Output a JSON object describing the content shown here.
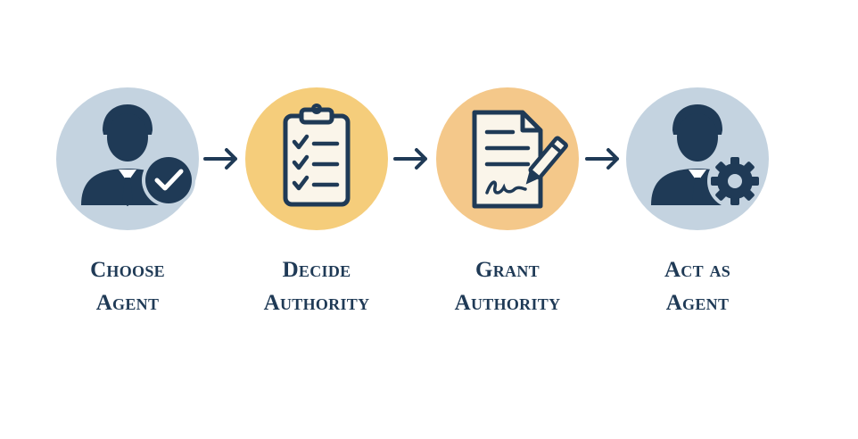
{
  "colors": {
    "navy": "#1f3a56",
    "blue_circle": "#c4d3e0",
    "gold_circle": "#f5cd7b",
    "orange_circle": "#f4c88a",
    "paper": "#faf5ea"
  },
  "steps": [
    {
      "line1": "Choose",
      "line2": "Agent",
      "icon": "agent-check-icon"
    },
    {
      "line1": "Decide",
      "line2": "Authority",
      "icon": "clipboard-checklist-icon"
    },
    {
      "line1": "Grant",
      "line2": "Authority",
      "icon": "signed-document-icon"
    },
    {
      "line1": "Act as",
      "line2": "Agent",
      "icon": "agent-gear-icon"
    }
  ],
  "arrows": [
    "arrow-right-icon",
    "arrow-right-icon",
    "arrow-right-icon"
  ]
}
